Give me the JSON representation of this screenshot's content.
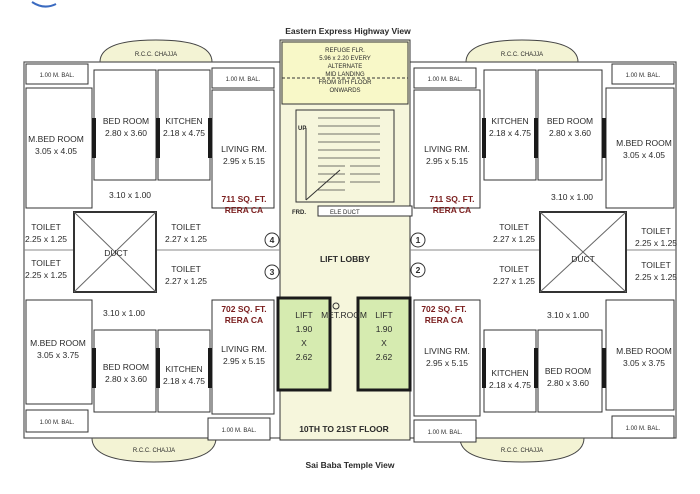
{
  "views": {
    "top": "Eastern Express Highway View",
    "bottom": "Sai Baba Temple View"
  },
  "floor_label": "10TH TO 21ST FLOOR",
  "chajja": [
    "R.C.C. CHAJJA",
    "R.C.C. CHAJJA",
    "R.C.C. CHAJJA",
    "R.C.C. CHAJJA"
  ],
  "refuge": [
    "REFUGE FLR.",
    "5.96 x 2.20 EVERY",
    "ALTERNATE",
    "MID LANDING",
    "FROM 8TH FLOOR",
    "ONWARDS"
  ],
  "core": {
    "up": "UP",
    "frd": "FRD.",
    "ele_duct": "ELE DUCT",
    "lift_lobby": "LIFT LOBBY",
    "met_room": "MET.ROOM",
    "lift1": [
      "LIFT",
      "1.90",
      "X",
      "2.62"
    ],
    "lift2": [
      "LIFT",
      "1.90",
      "X",
      "2.62"
    ]
  },
  "flat_numbers": [
    "1",
    "2",
    "3",
    "4"
  ],
  "flats": {
    "tl": {
      "area": "711 SQ. FT.",
      "rera": "RERA CA",
      "bal1": "1.00 M. BAL.",
      "bal2": "1.00 M. BAL.",
      "mbed": [
        "M.BED ROOM",
        "3.05 x 4.05"
      ],
      "bed": [
        "BED ROOM",
        "2.80 x 3.60"
      ],
      "kitchen": [
        "KITCHEN",
        "2.18 x 4.75"
      ],
      "living": [
        "LIVING RM.",
        "2.95 x 5.15"
      ],
      "passage": "3.10 x 1.00",
      "toilet1": [
        "TOILET",
        "2.25 x 1.25"
      ],
      "toilet2": [
        "TOILET",
        "2.27 x 1.25"
      ]
    },
    "tr": {
      "area": "711 SQ. FT.",
      "rera": "RERA CA",
      "bal1": "1.00 M. BAL.",
      "bal2": "1.00 M. BAL.",
      "mbed": [
        "M.BED ROOM",
        "3.05 x 4.05"
      ],
      "bed": [
        "BED ROOM",
        "2.80 x 3.60"
      ],
      "kitchen": [
        "KITCHEN",
        "2.18 x 4.75"
      ],
      "living": [
        "LIVING RM.",
        "2.95 x 5.15"
      ],
      "passage": "3.10 x 1.00",
      "toilet1": [
        "TOILET",
        "2.25 x 1.25"
      ],
      "toilet2": [
        "TOILET",
        "2.27 x 1.25"
      ]
    },
    "bl": {
      "area": "702 SQ. FT.",
      "rera": "RERA CA",
      "bal1": "1.00 M. BAL.",
      "bal2": "1.00 M. BAL.",
      "mbed": [
        "M.BED ROOM",
        "3.05 x 3.75"
      ],
      "bed": [
        "BED ROOM",
        "2.80 x 3.60"
      ],
      "kitchen": [
        "KITCHEN",
        "2.18 x 4.75"
      ],
      "living": [
        "LIVING RM.",
        "2.95 x 5.15"
      ],
      "passage": "3.10 x 1.00",
      "toilet1": [
        "TOILET",
        "2.25 x 1.25"
      ],
      "toilet2": [
        "TOILET",
        "2.27 x 1.25"
      ]
    },
    "br": {
      "area": "702 SQ. FT.",
      "rera": "RERA CA",
      "bal1": "1.00 M. BAL.",
      "bal2": "1.00 M. BAL.",
      "mbed": [
        "M.BED ROOM",
        "3.05 x 3.75"
      ],
      "bed": [
        "BED ROOM",
        "2.80 x 3.60"
      ],
      "kitchen": [
        "KITCHEN",
        "2.18 x 4.75"
      ],
      "living": [
        "LIVING RM.",
        "2.95 x 5.15"
      ],
      "passage": "3.10 x 1.00",
      "toilet1": [
        "TOILET",
        "2.25 x 1.25"
      ],
      "toilet2": [
        "TOILET",
        "2.27 x 1.25"
      ]
    }
  },
  "duct": [
    "DUCT",
    "DUCT"
  ],
  "colors": {
    "lift": "#d6ebb0",
    "core": "#f6f6dc",
    "chajja": "#f3f3d4",
    "wall": "#1a1a1a"
  }
}
